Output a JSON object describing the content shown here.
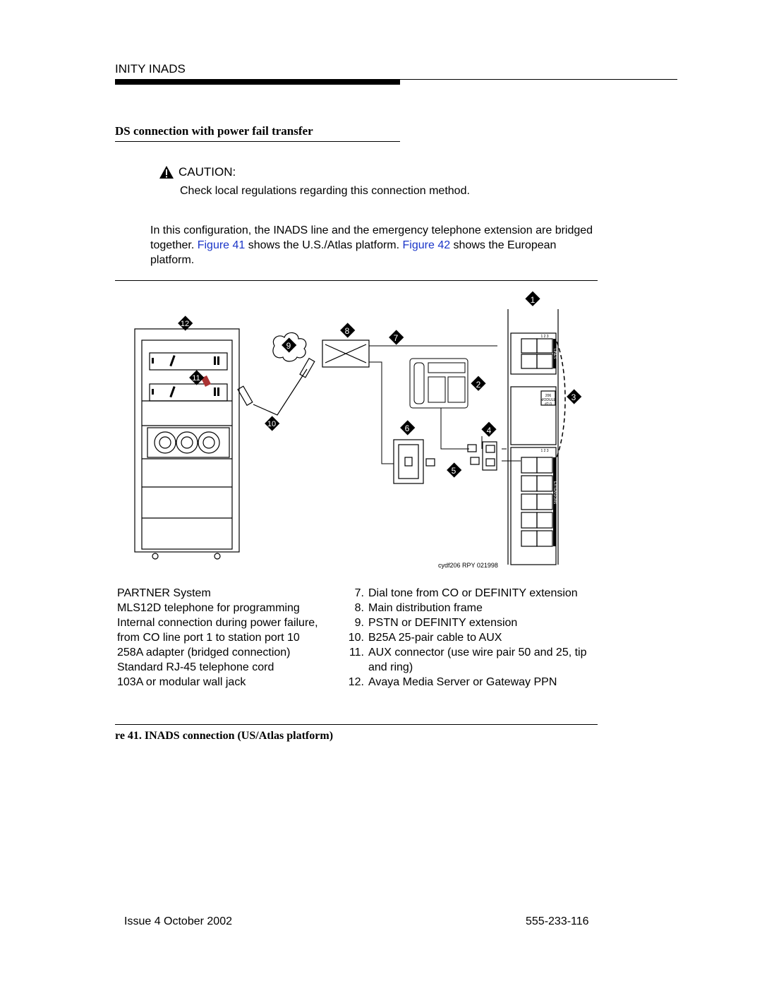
{
  "header": {
    "title": "INITY INADS"
  },
  "section": {
    "title": "DS connection with power fail transfer"
  },
  "caution": {
    "label": "CAUTION:",
    "text": "Check local regulations regarding this connection method."
  },
  "body": {
    "para_1": "In this configuration, the INADS line and the emergency telephone extension are bridged together. ",
    "link_1": "Figure 41",
    "para_2": " shows the U.S./Atlas platform. ",
    "link_2": "Figure 42",
    "para_3": " shows the European platform."
  },
  "diagram": {
    "callouts": [
      "1",
      "2",
      "3",
      "4",
      "5",
      "6",
      "7",
      "8",
      "9",
      "10",
      "11",
      "12"
    ],
    "module_label_1": "206",
    "module_label_2": "MODULE",
    "module_label_3": "#2.0",
    "panel_label_top": "1 2 3",
    "panel_label_bottom": "1 2 3",
    "vertical_lines": "LINES",
    "vertical_ext": "EXTENSIONS",
    "file_code": "cydf206 RPY 021998"
  },
  "legend": {
    "left": [
      "PARTNER System",
      "MLS12D telephone for programming",
      "Internal connection during power failure,",
      "from CO line port 1 to station port 10",
      "258A adapter (bridged connection)",
      "Standard RJ-45 telephone cord",
      "103A or modular wall jack"
    ],
    "right": [
      {
        "num": "7.",
        "text": "Dial tone from CO or DEFINITY extension"
      },
      {
        "num": "8.",
        "text": "Main distribution frame"
      },
      {
        "num": "9.",
        "text": "PSTN or DEFINITY extension"
      },
      {
        "num": "10.",
        "text": "B25A 25-pair cable to AUX"
      },
      {
        "num": "11.",
        "text": "AUX connector (use wire pair 50 and 25, tip and ring)"
      },
      {
        "num": "12.",
        "text": "Avaya Media Server or Gateway PPN"
      }
    ]
  },
  "figure": {
    "caption": "re 41.   INADS connection (US/Atlas platform)"
  },
  "footer": {
    "issue": "Issue 4   October 2002",
    "doc_number": "555-233-116"
  }
}
